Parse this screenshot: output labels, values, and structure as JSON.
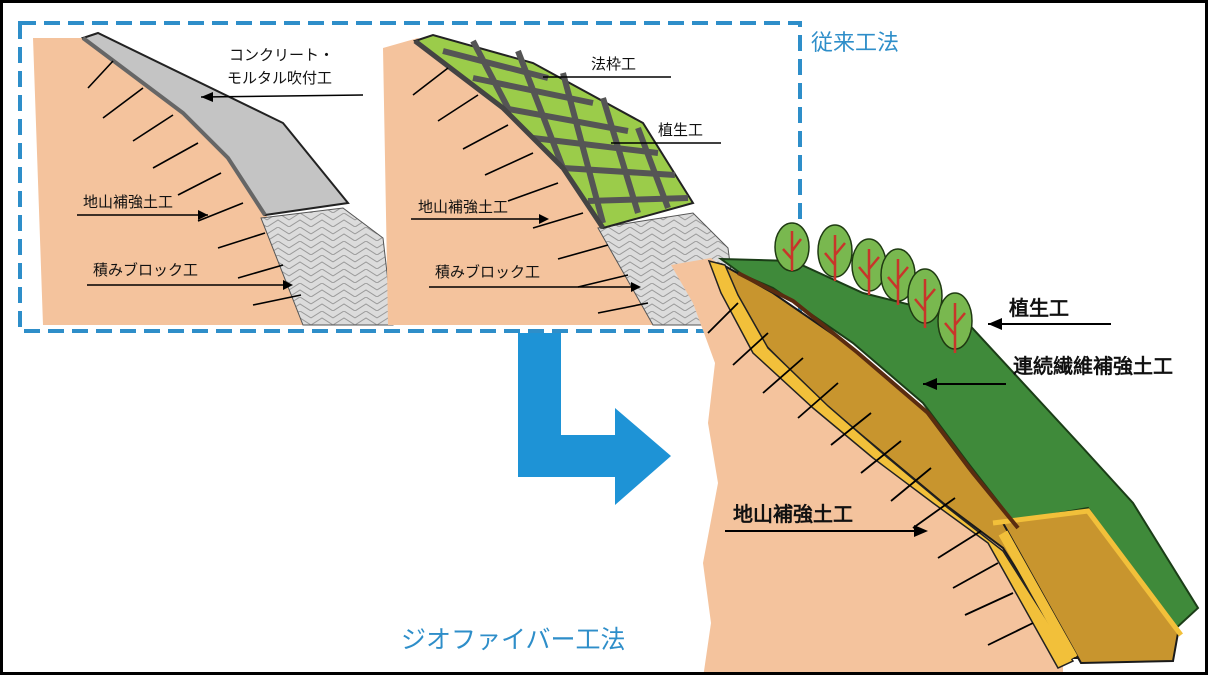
{
  "titles": {
    "conventional": "従来工法",
    "geofiber": "ジオファイバー工法"
  },
  "panel_left": {
    "mortar_spray": [
      "コンクリート・",
      "モルタル吹付工"
    ],
    "ground_reinforce": "地山補強土工",
    "block_masonry": "積みブロック工"
  },
  "panel_middle": {
    "frame_work": "法枠工",
    "vegetation": "植生工",
    "ground_reinforce": "地山補強土工",
    "block_masonry": "積みブロック工"
  },
  "panel_main": {
    "vegetation": "植生工",
    "continuous_fiber": "連続繊維補強土工",
    "ground_reinforce": "地山補強土工"
  },
  "colors": {
    "soil": "#f4c39d",
    "grass": "#3f8a3a",
    "fiber_fill": "#c8952e",
    "gold_layer": "#f2c03a",
    "lattice_fill": "#9bcc4a",
    "mortar": "#c4c4c4",
    "block": "#d9d9d9",
    "dashed_box": "#2e8ec9",
    "arrow_blue": "#1e93d6",
    "tree_crown": "#79b84f",
    "tree_trunk": "#c8352a"
  }
}
